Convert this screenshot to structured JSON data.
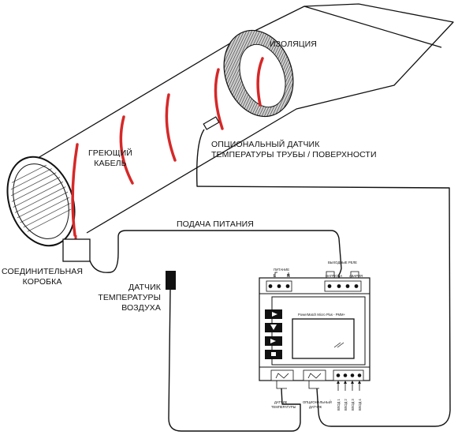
{
  "labels": {
    "insulation": "ИЗОЛЯЦИЯ",
    "heating_cable": [
      "ГРЕЮЩИЙ",
      "КАБЕЛЬ"
    ],
    "optional_sensor": [
      "ОПЦИОНАЛЬНЫЙ ДАТЧИК",
      "ТЕМПЕРАТУРЫ ТРУБЫ / ПОВЕРХНОСТИ"
    ],
    "power_supply": "ПОДАЧА ПИТАНИЯ",
    "junction_box": [
      "СОЕДИНИТЕЛЬНАЯ",
      "КОРОБКА"
    ],
    "air_sensor": [
      "ДАТЧИК",
      "ТЕМПЕРАТУРЫ",
      "ВОЗДУХА"
    ]
  },
  "controller": {
    "model": "PowerMatch Micro Plus - PMM+",
    "power_label": "ПИТАНИЕ",
    "power_terminals": [
      "L",
      "N"
    ],
    "relays_label": "ВЫХОДНЫЕ РЕЛЕ",
    "relay_load": "НАГРУЗКА",
    "relay_alarm": "АВАРИЯ",
    "sensor_label": [
      "ДАТЧИК",
      "ТЕМПЕРАТУРЫ"
    ],
    "optional_sensor_label": [
      "ОПЦИОНАЛЬНЫЙ",
      "ДАТЧИК"
    ],
    "bottom_terminals": [
      "ВХОД 1",
      "ВХОД 2",
      "ВХОД 3",
      "ВХОД 4"
    ]
  },
  "colors": {
    "heating_cable": "#d62828",
    "line": "#111111",
    "insulation_hatch": "#444444"
  }
}
